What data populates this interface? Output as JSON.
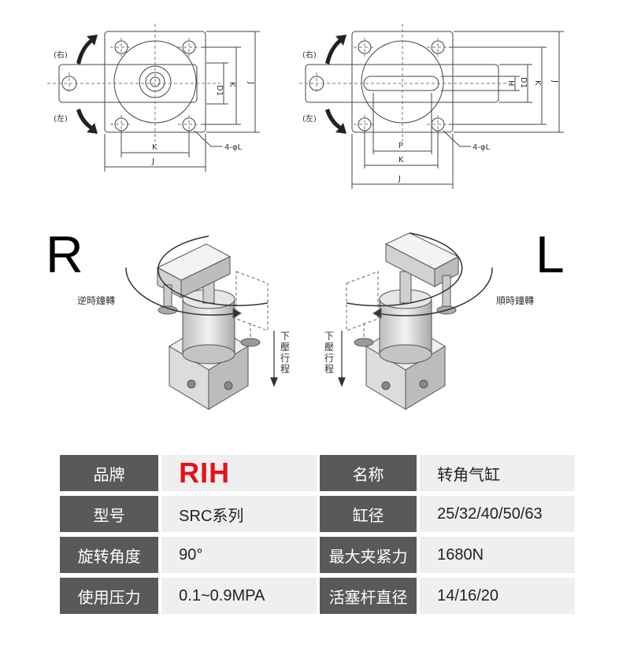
{
  "drawings": {
    "left": {
      "rotate_right": "(右)",
      "rotate_left": "(左)",
      "dim_d1": "D1",
      "dim_k": "K",
      "dim_j": "J",
      "bottom_k": "K",
      "bottom_j": "J",
      "holes": "4-φL"
    },
    "right": {
      "rotate_right": "(右)",
      "rotate_left": "(左)",
      "dim_h": "H",
      "dim_d1": "D1",
      "dim_k": "K",
      "dim_j": "J",
      "bottom_p": "P",
      "bottom_k": "K",
      "bottom_j": "J",
      "holes": "4-φL"
    }
  },
  "illustrations": {
    "left_letter": "R",
    "left_caption": "逆時鐘轉",
    "left_stroke": "下壓行程",
    "right_letter": "L",
    "right_caption": "順時鐘轉",
    "right_stroke": "下壓行程"
  },
  "specs": [
    {
      "label1": "品牌",
      "value1": "RIH",
      "label2": "名称",
      "value2": "转角气缸"
    },
    {
      "label1": "型号",
      "value1": "SRC系列",
      "label2": "缸径",
      "value2": "25/32/40/50/63"
    },
    {
      "label1": "旋转角度",
      "value1": "90°",
      "label2": "最大夹紧力",
      "value2": "1680N"
    },
    {
      "label1": "使用压力",
      "value1": "0.1~0.9MPA",
      "label2": "活塞杆直径",
      "value2": "14/16/20"
    }
  ],
  "colors": {
    "label_bg": "#595959",
    "value_bg": "#efefef",
    "brand": "#e5101d"
  }
}
